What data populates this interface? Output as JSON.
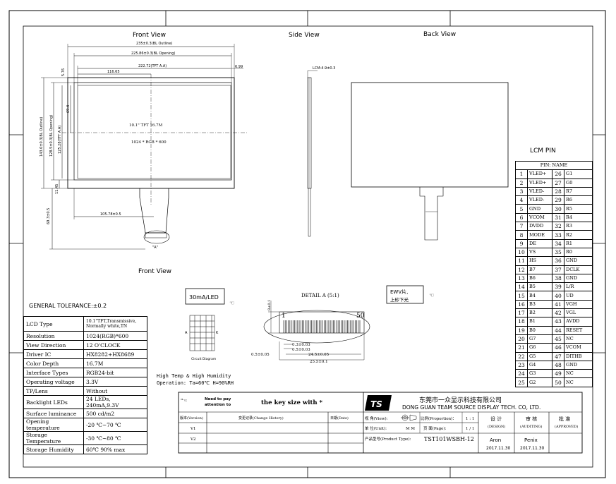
{
  "views": {
    "front": "Front View",
    "side": "Side View",
    "back": "Back View",
    "front_lower": "Front View"
  },
  "front_dims": {
    "bl_outline_w": "235±0.3(BL Outline)",
    "bl_opening_w": "225.86±0.3(BL Opening)",
    "tft_aa_w": "222.72(TFT A.A)",
    "half_w": "116.65",
    "right_gap": "6.99",
    "top_gap": "5.76",
    "bl_outline_h": "143.0±0.3(BL Outline)",
    "bl_opening_h": "128.5±0.3(BL Opening)",
    "tft_aa_h": "125.28(TFT A.A)",
    "half_h": "69.4",
    "bottom_gap": "11.45",
    "fpc_len": "69.3±0.5",
    "fpc_pos": "105.78±0.5",
    "label_a": "\"A\""
  },
  "panel_text": {
    "line1": "10.1\" TFT  16.7M",
    "line2": "1024 * RGB * 600"
  },
  "side_dims": {
    "lcm": "LCM:4.9±0.3"
  },
  "tolerance": "GENERAL TOLERANCE:±0.2",
  "specs": [
    {
      "k": "LCD Type",
      "v": "10.1\"TFT,Transmissive, Normally white,TN"
    },
    {
      "k": "Resolution",
      "v": "1024(RGB)*600"
    },
    {
      "k": "View Direction",
      "v": "12  O'CLOCK"
    },
    {
      "k": "Driver IC",
      "v": "HX8282+HX8689"
    },
    {
      "k": "Color Depth",
      "v": "16.7M"
    },
    {
      "k": "Interface Types",
      "v": "RGB24-bit"
    },
    {
      "k": "Operating voltage",
      "v": "3.3V"
    },
    {
      "k": "TP/Lens",
      "v": "Without"
    },
    {
      "k": "Backlight LEDs",
      "v": "24 LEDs, 240mA,9.3V"
    },
    {
      "k": "Surface luminance",
      "v": "500 cd/m2"
    },
    {
      "k": "Opening temperature",
      "v": "-20 ℃~70 ℃"
    },
    {
      "k": "Storage Temperature",
      "v": "-30 ℃~80 ℃"
    },
    {
      "k": "Storage Humidity",
      "v": "60℃  90%  max"
    }
  ],
  "led_box": "30mA/LED",
  "circuit_label": "Circuit Diagram",
  "circuit_a": "A",
  "circuit_k": "K",
  "detail": {
    "title": "DETAIL A (5:1)",
    "pin_first": "1",
    "pin_last": "50",
    "height": "8±0.1",
    "d1": "0.3±0.03",
    "d2": "0.5±0.03",
    "d3": "0.5±0.05",
    "d4": "24.5±0.05",
    "d5": "25.5±0.1"
  },
  "ewv": {
    "line1": "EWV片,",
    "line2": "上砂下光"
  },
  "env": {
    "line1": "High Temp & High Humidity",
    "line2": "Operation: Ta=60℃ H=90%RH"
  },
  "pin_title": "LCM PIN",
  "pin_header": "PIN: NAME",
  "pins_left": [
    [
      "1",
      "VLED+"
    ],
    [
      "2",
      "VLED+"
    ],
    [
      "3",
      "VLED-"
    ],
    [
      "4",
      "VLED-"
    ],
    [
      "5",
      "GND"
    ],
    [
      "6",
      "VCOM"
    ],
    [
      "7",
      "DVDD"
    ],
    [
      "8",
      "MODE"
    ],
    [
      "9",
      "DE"
    ],
    [
      "10",
      "VS"
    ],
    [
      "11",
      "HS"
    ],
    [
      "12",
      "B7"
    ],
    [
      "13",
      "B6"
    ],
    [
      "14",
      "B5"
    ],
    [
      "15",
      "B4"
    ],
    [
      "16",
      "B3"
    ],
    [
      "17",
      "B2"
    ],
    [
      "18",
      "B1"
    ],
    [
      "19",
      "B0"
    ],
    [
      "20",
      "G7"
    ],
    [
      "21",
      "G6"
    ],
    [
      "22",
      "G5"
    ],
    [
      "23",
      "G4"
    ],
    [
      "24",
      "G3"
    ],
    [
      "25",
      "G2"
    ]
  ],
  "pins_right": [
    [
      "26",
      "G1"
    ],
    [
      "27",
      "G0"
    ],
    [
      "28",
      "R7"
    ],
    [
      "29",
      "R6"
    ],
    [
      "30",
      "R5"
    ],
    [
      "31",
      "R4"
    ],
    [
      "32",
      "R3"
    ],
    [
      "33",
      "R2"
    ],
    [
      "34",
      "R1"
    ],
    [
      "35",
      "R0"
    ],
    [
      "36",
      "GND"
    ],
    [
      "37",
      "DCLK"
    ],
    [
      "38",
      "GND"
    ],
    [
      "39",
      "L/R"
    ],
    [
      "40",
      "UD"
    ],
    [
      "41",
      "VGH"
    ],
    [
      "42",
      "VGL"
    ],
    [
      "43",
      "AVDD"
    ],
    [
      "44",
      "RESET"
    ],
    [
      "45",
      "NC"
    ],
    [
      "46",
      "VCOM"
    ],
    [
      "47",
      "DITHB"
    ],
    [
      "48",
      "GND"
    ],
    [
      "49",
      "NC"
    ],
    [
      "50",
      "NC"
    ]
  ],
  "title_block": {
    "note_head1": "Need to pay",
    "note_head2": "attention to",
    "note_key": "the key size with *",
    "hist_h1": "版本(Version)",
    "hist_h2": "变更记录(Change History)",
    "hist_h3": "日期(Date)",
    "v1": "V1",
    "v2": "V2",
    "company_cn": "东莞市一众显示科技有限公司",
    "company_en": "DONG GUAN TEAM SOURCE DISPLAY TECH. CO, LTD.",
    "view_label": "视  角(View):",
    "proportion_label": "比例(Proportion)：",
    "proportion": "1 : 1",
    "unit_label": "单  位(Unit):",
    "unit": "M M",
    "page_label": "页  面(Page):",
    "page": "1 / 1",
    "product_label": "产品型号(Product Type):",
    "product": "TST101WSBH-12",
    "design_cn": "设 计",
    "design_en": "(DESIGN)",
    "audit_cn": "审 核",
    "audit_en": "(AUDITING)",
    "approve_cn": "批 准",
    "approve_en": "(APPROVED)",
    "designer": "Aron",
    "design_date": "2017.11.30",
    "auditor": "Penix",
    "audit_date": "2017.11.30"
  }
}
